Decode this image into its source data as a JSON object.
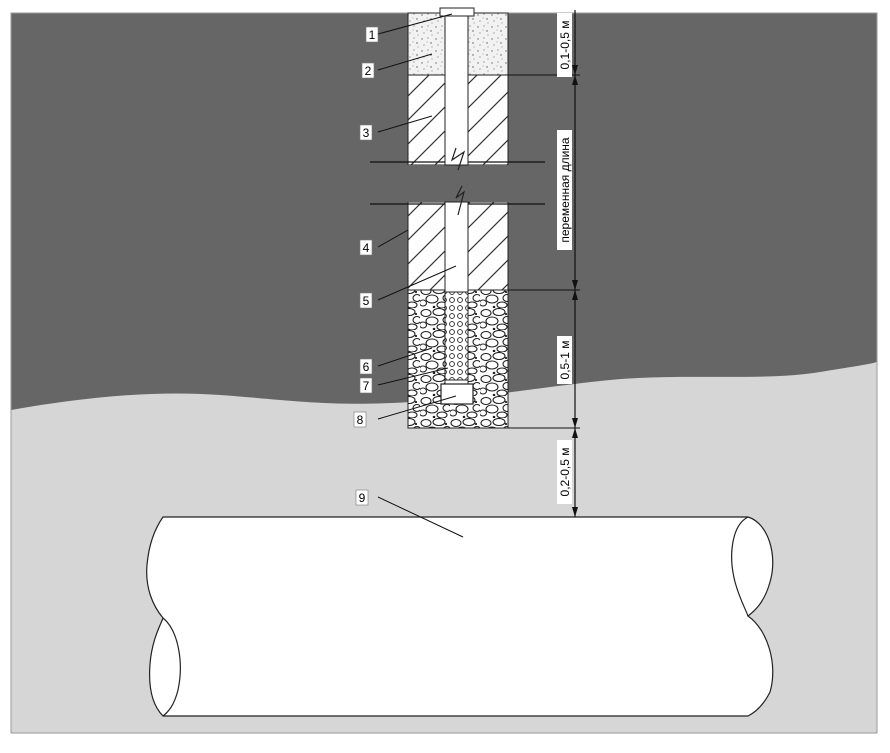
{
  "diagram": {
    "callouts": [
      {
        "num": "1"
      },
      {
        "num": "2"
      },
      {
        "num": "3"
      },
      {
        "num": "4"
      },
      {
        "num": "5"
      },
      {
        "num": "6"
      },
      {
        "num": "7"
      },
      {
        "num": "8"
      },
      {
        "num": "9"
      }
    ],
    "dimensions": {
      "top": "0,1-0,5 м",
      "variable": "переменная длина",
      "gravel": "0,5-1 м",
      "clearance": "0,2-0,5 м"
    },
    "colors": {
      "upper_soil": "#666666",
      "lower_soil": "#d6d6d6",
      "pipe": "#ffffff",
      "hatch": "#333333"
    }
  }
}
